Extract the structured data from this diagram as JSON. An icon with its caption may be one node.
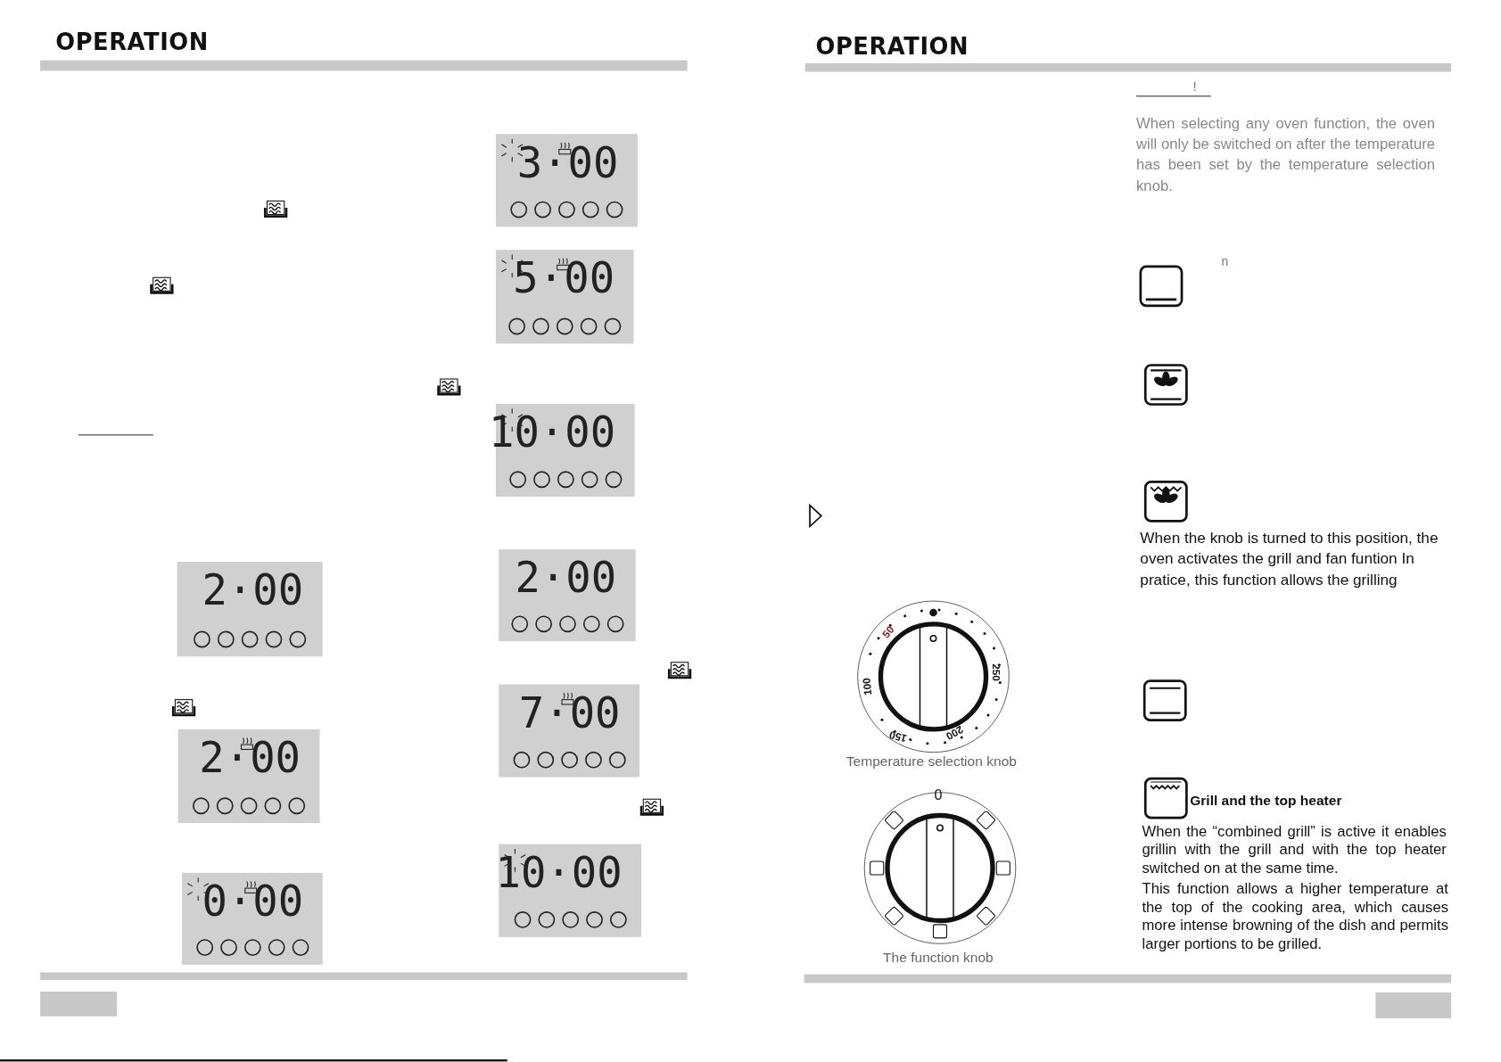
{
  "diagram": {
    "labels": [
      "OPERATION",
      "3·00",
      "5·00",
      "10·00",
      "2·00",
      "2·00",
      "7·00",
      "2·00",
      "10·00",
      "0·00",
      "OPERATION",
      "!",
      "When selecting any oven function, the oven will only be switched on after the temperature has been set by the temperature selection knob.",
      "n",
      "When the knob is turned to this position, the oven activates the grill and fan funtion In pratice, this function allows the grilling",
      "50",
      "250",
      "100",
      "150",
      "200",
      "Temperature selection knob",
      "Grill and the top heater",
      "When the “combined grill” is active it enables grillin with the grill and with the top heater switched on at the same time.",
      "This function allows a higher temperature at the top of the cooking area, which causes more intense browning of the dish and permits larger portions to be grilled.",
      "0",
      "The function knob"
    ]
  }
}
